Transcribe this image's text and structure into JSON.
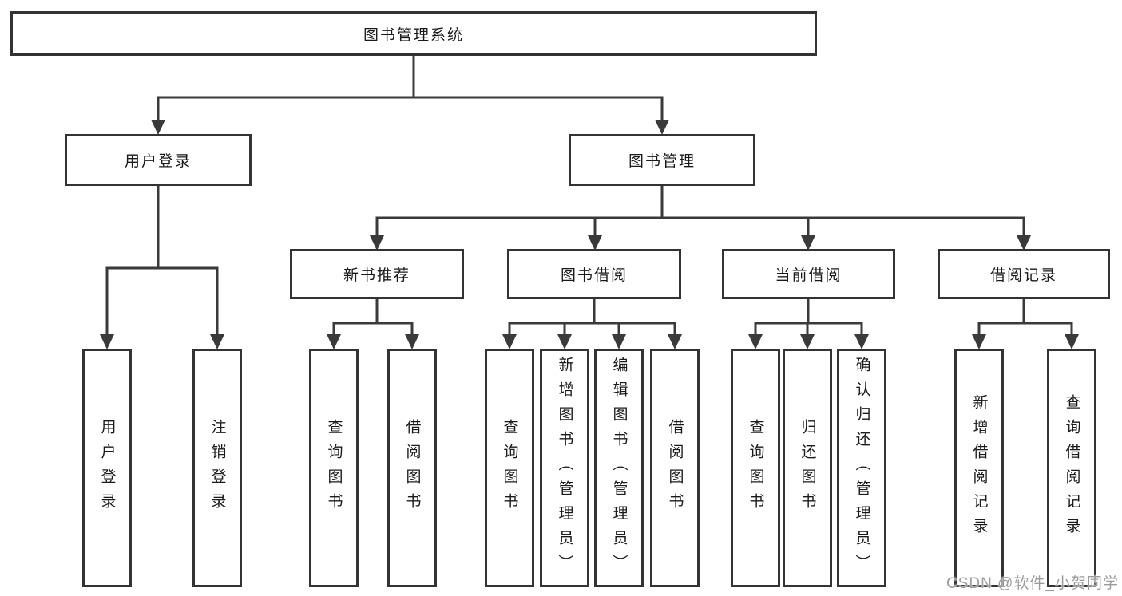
{
  "title": "图书管理系统",
  "watermark": "CSDN @软件_小贺同学",
  "root": {
    "label": "图书管理系统"
  },
  "level2": [
    {
      "label": "用户登录"
    },
    {
      "label": "图书管理"
    }
  ],
  "level3": [
    {
      "label": "新书推荐"
    },
    {
      "label": "图书借阅"
    },
    {
      "label": "当前借阅"
    },
    {
      "label": "借阅记录"
    }
  ],
  "leaves": [
    {
      "parent": "用户登录",
      "items": [
        "用户登录",
        "注销登录"
      ]
    },
    {
      "parent": "新书推荐",
      "items": [
        "查询图书",
        "借阅图书"
      ]
    },
    {
      "parent": "图书借阅",
      "items": [
        "查询图书",
        "新增图书（管理员）",
        "编辑图书（管理员）",
        "借阅图书"
      ]
    },
    {
      "parent": "当前借阅",
      "items": [
        "查询图书",
        "归还图书",
        "确认归还（管理员）"
      ]
    },
    {
      "parent": "借阅记录",
      "items": [
        "新增借阅记录",
        "查询借阅记录"
      ]
    }
  ],
  "colors": {
    "line": "#3a3a3a",
    "box_border": "#333333",
    "text": "#1a1a1a",
    "watermark": "#9c9c9c",
    "background": "#ffffff"
  }
}
